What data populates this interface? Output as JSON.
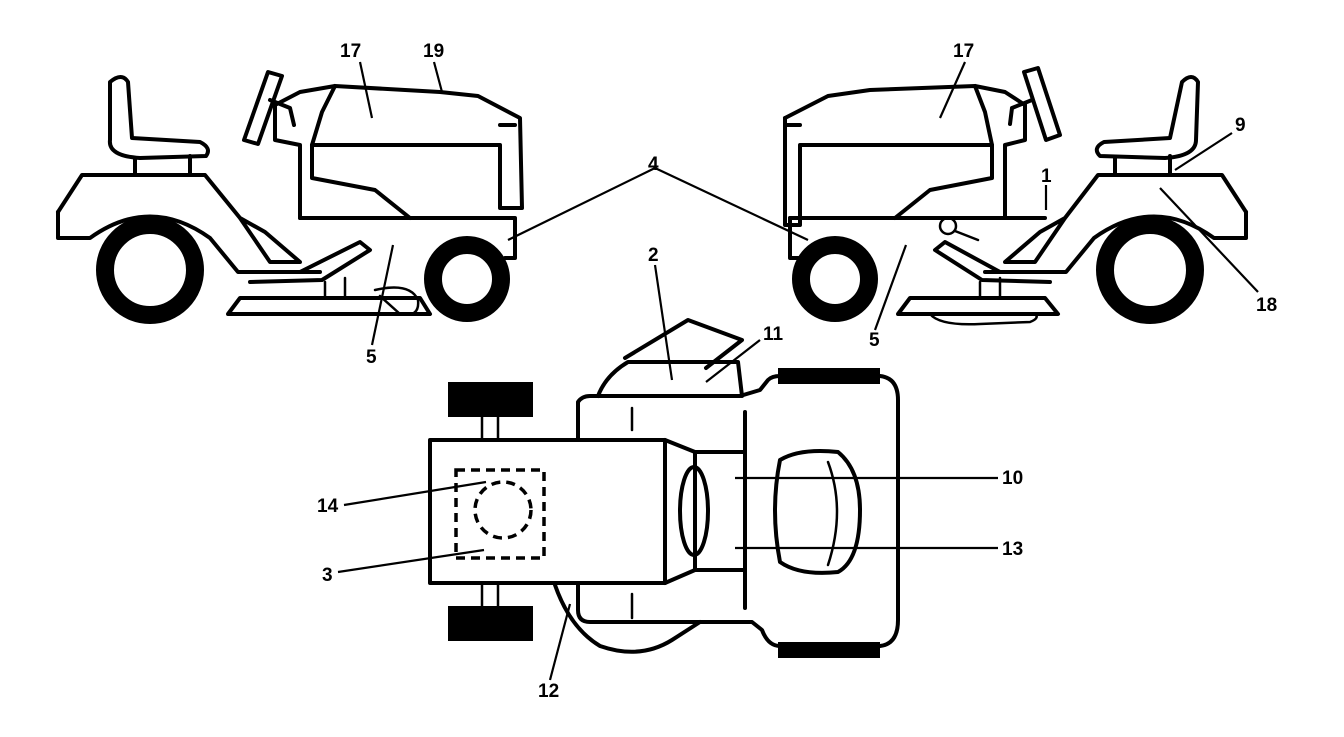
{
  "diagram": {
    "labels": {
      "l17_left": "17",
      "l19": "19",
      "l17_right": "17",
      "l9": "9",
      "l4": "4",
      "l1": "1",
      "l18": "18",
      "l5_left": "5",
      "l5_right": "5",
      "l2": "2",
      "l11": "11",
      "l10": "10",
      "l13": "13",
      "l14": "14",
      "l3": "3",
      "l12": "12"
    },
    "colors": {
      "ink": "#000000",
      "background": "#ffffff"
    }
  }
}
